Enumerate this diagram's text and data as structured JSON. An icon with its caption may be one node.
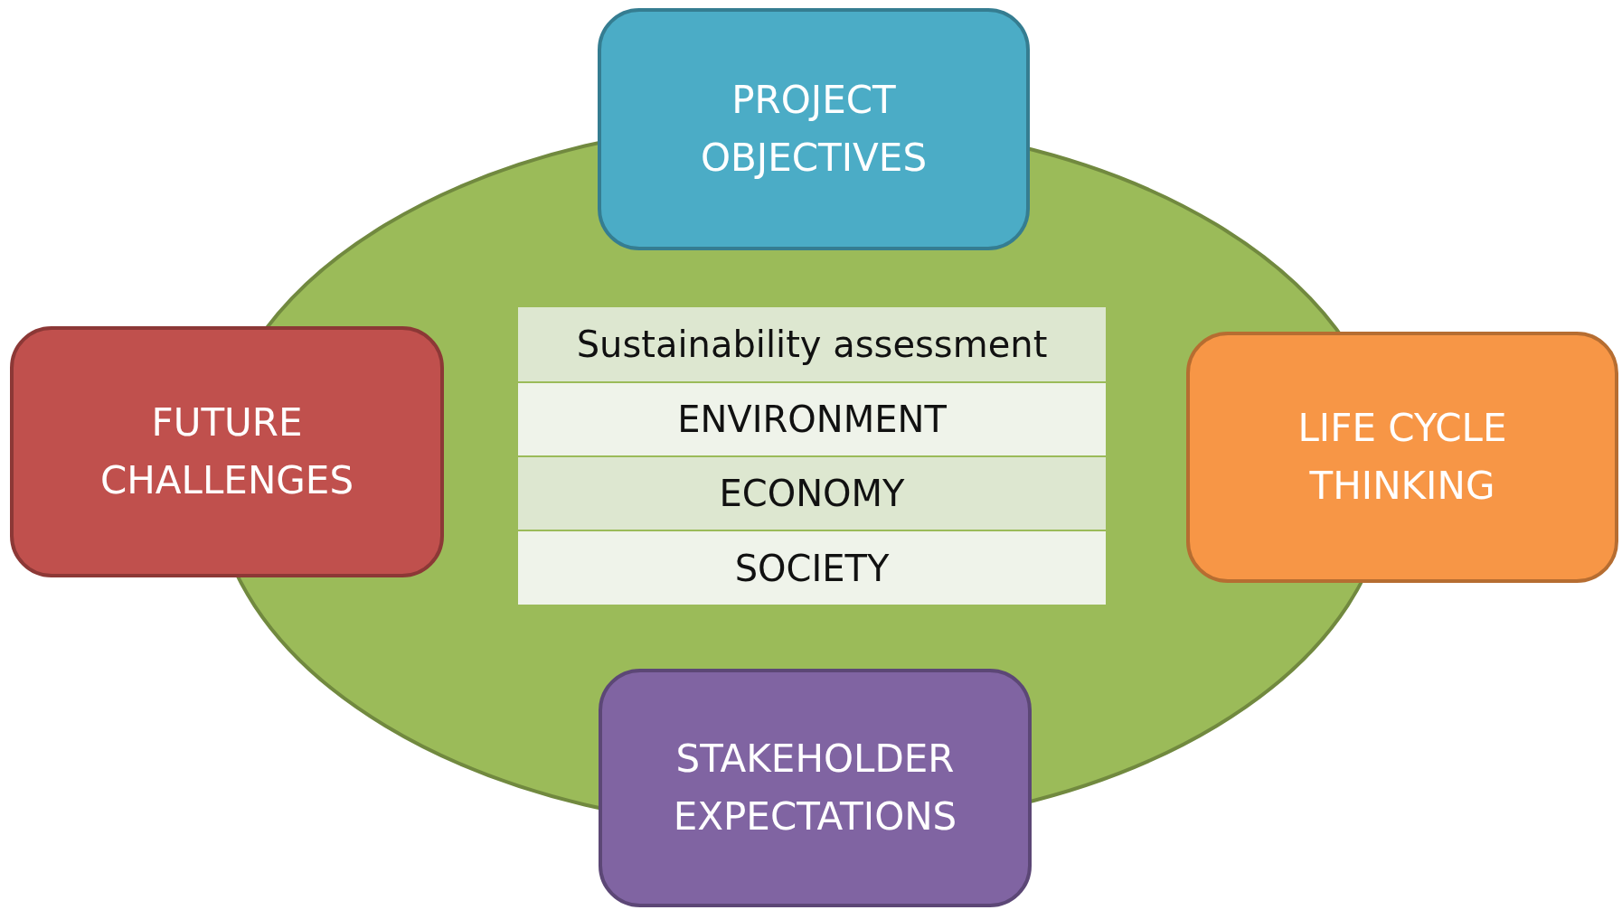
{
  "diagram": {
    "nodes": [
      {
        "text": [
          "PROJECT OBJECTIVES"
        ]
      },
      {
        "text": [
          "FUTURE CHALLENGES"
        ]
      },
      {
        "text": [
          "Sustainability assessment"
        ]
      },
      {
        "text": [
          "ENVIRONMENT"
        ]
      },
      {
        "text": [
          "ECONOMY"
        ]
      },
      {
        "text": [
          "SOCIETY"
        ]
      },
      {
        "text": [
          "LIFE CYCLE THINKING"
        ]
      },
      {
        "text": [
          "STAKEHOLDER EXPECTATIONS"
        ]
      }
    ]
  }
}
